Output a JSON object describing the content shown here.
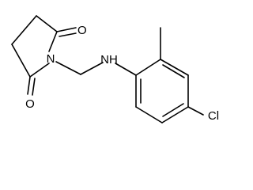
{
  "molecule": {
    "atoms": {
      "o1": "O",
      "o2": "O",
      "n": "N",
      "nh": "NH",
      "cl": "Cl"
    }
  }
}
